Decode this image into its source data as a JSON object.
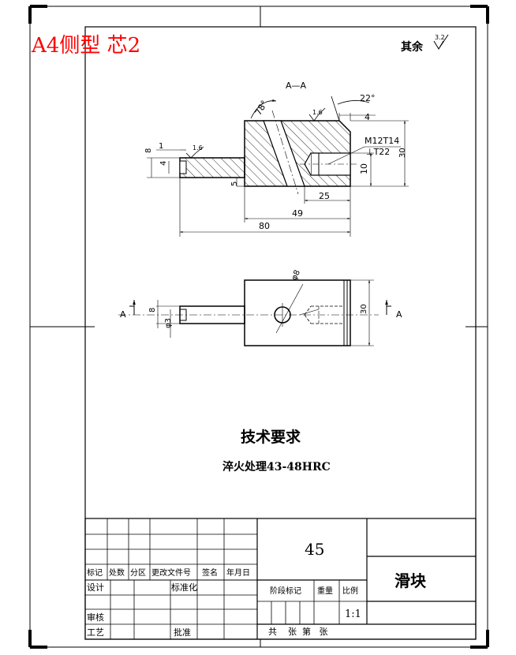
{
  "header_label": "A4侧型 芯2",
  "surface_finish": {
    "text": "其余",
    "value": "3.2"
  },
  "views": {
    "section_title": "A—A",
    "angle_78": "78°",
    "angle_22": "22°",
    "roughness_16_top": "1.6",
    "roughness_16_left": "1.6",
    "dim_4_top": "4",
    "dim_30_right": "30",
    "thread_spec": "M12T14",
    "hole_spec": "⊥T22",
    "dim_8_left": "8",
    "dim_1_left": "1",
    "dim_4_left": "4",
    "dim_5": "5",
    "dim_10": "10",
    "dim_25": "25",
    "dim_49": "49",
    "dim_80": "80",
    "dia_8": "φ8",
    "dim_8_plan": "8",
    "dia_3": "φ3",
    "dim_30_plan": "30",
    "section_mark_left": "A",
    "section_mark_right": "A"
  },
  "requirements": {
    "title": "技术要求",
    "item": "淬火处理43-48HRC"
  },
  "title_block": {
    "material": "45",
    "part_name": "滑块",
    "headers": [
      "标记",
      "处数",
      "分区",
      "更改文件号",
      "签名",
      "年月日"
    ],
    "design": "设计",
    "standardize": "标准化",
    "review": "审核",
    "process": "工艺",
    "approve": "批准",
    "stage_mark": "阶段标记",
    "weight": "重量",
    "scale_label": "比例",
    "scale_value": "1:1",
    "sheets": "共    张  第   张"
  }
}
